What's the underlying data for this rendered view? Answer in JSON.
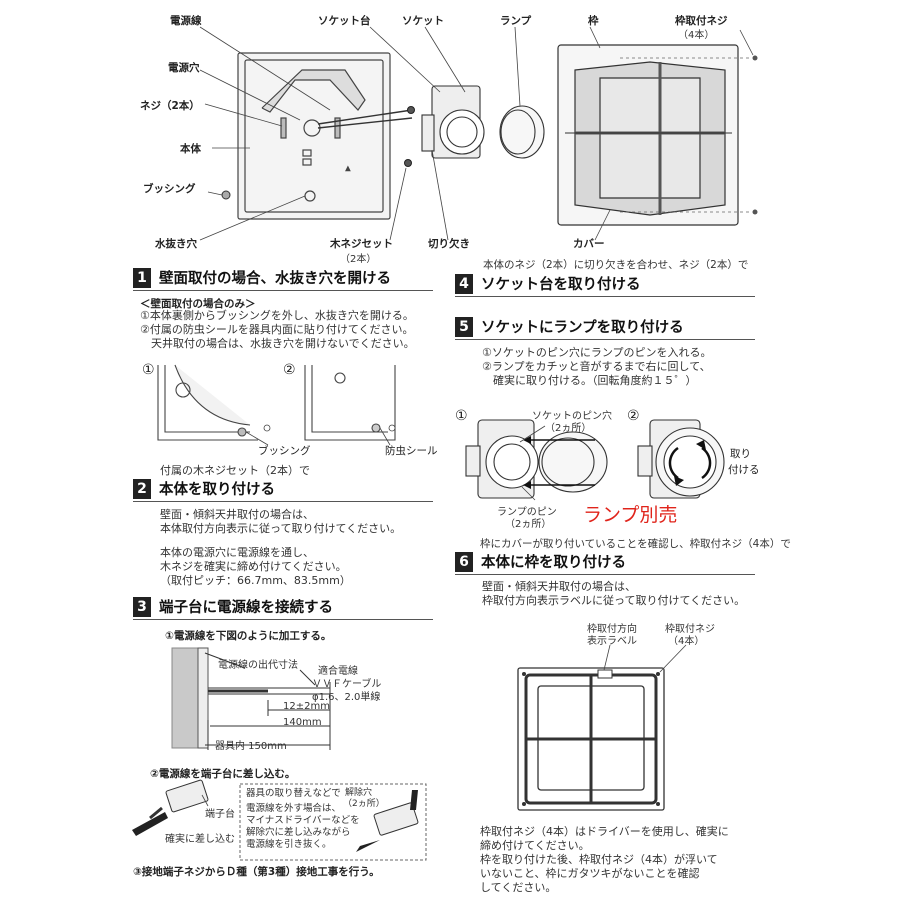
{
  "top_diagram": {
    "labels": {
      "power_wire": "電源線",
      "socket_base": "ソケット台",
      "socket": "ソケット",
      "lamp": "ランプ",
      "frame": "枠",
      "frame_screw": "枠取付ネジ",
      "frame_screw_count": "（4本）",
      "power_hole": "電源穴",
      "screw": "ネジ（2本）",
      "body": "本体",
      "bushing": "ブッシング",
      "drain_hole": "水抜き穴",
      "wood_screw_set": "木ネジセット",
      "wood_screw_count": "（2本）",
      "notch": "切り欠き",
      "cover": "カバー"
    }
  },
  "step1": {
    "num": "1",
    "title": "壁面取付の場合、水抜き穴を開ける",
    "subhead": "＜壁面取付の場合のみ＞",
    "lines": [
      "①本体裏側からブッシングを外し、水抜き穴を開ける。",
      "②付属の防虫シールを器具内面に貼り付けてください。",
      "　天井取付の場合は、水抜き穴を開けないでください。"
    ],
    "fig1": "①",
    "fig2": "②",
    "bushing_label": "ブッシング",
    "seal_label": "防虫シール"
  },
  "step2": {
    "num": "2",
    "pre": "付属の木ネジセット（2本）で",
    "title": "本体を取り付ける",
    "lines": [
      "壁面・傾斜天井取付の場合は、",
      "本体取付方向表示に従って取り付けてください。",
      "",
      "本体の電源穴に電源線を通し、",
      "木ネジを確実に締め付けてください。",
      "（取付ピッチ：66.7mm、83.5mm）"
    ]
  },
  "step3": {
    "num": "3",
    "title": "端子台に電源線を接続する",
    "sub1": "①電源線を下図のように加工する。",
    "wire_dim_label": "電源線の出代寸法",
    "wire_spec1": "適合電線",
    "wire_spec2": "ＶＶＦケーブル",
    "wire_spec3": "φ1.6、2.0単線",
    "dim_strip": "12±2mm",
    "dim_140": "140mm",
    "dim_150": "器具内 150mm",
    "sub2": "②電源線を端子台に差し込む。",
    "terminal_label": "端子台",
    "insert_label": "確実に差し込む",
    "release_hole": "解除穴",
    "release_count": "（2ヵ所）",
    "note_lines": [
      "器具の取り替えなどで",
      "電源線を外す場合は、",
      "マイナスドライバーなどを",
      "解除穴に差し込みながら",
      "電源線を引き抜く。"
    ],
    "sub3": "③接地端子ネジからＤ種（第3種）接地工事を行う。"
  },
  "step4": {
    "num": "4",
    "pre": "本体のネジ（2本）に切り欠きを合わせ、ネジ（2本）で",
    "title": "ソケット台を取り付ける"
  },
  "step5": {
    "num": "5",
    "title": "ソケットにランプを取り付ける",
    "lines": [
      "①ソケットのピン穴にランプのピンを入れる。",
      "②ランプをカチッと音がするまで右に回して、",
      "　確実に取り付ける。（回転角度約１５゜）"
    ],
    "fig1": "①",
    "fig2": "②",
    "pin_hole": "ソケットのピン穴",
    "pin_hole_count": "（2ヵ所）",
    "lamp_pin": "ランプのピン",
    "lamp_pin_count": "（2ヵ所）",
    "attach": "取り",
    "attach2": "付ける",
    "lamp_sold_separately": "ランプ別売"
  },
  "step6": {
    "num": "6",
    "pre": "枠にカバーが取り付いていることを確認し、枠取付ネジ（4本）で",
    "title": "本体に枠を取り付ける",
    "lines": [
      "壁面・傾斜天井取付の場合は、",
      "枠取付方向表示ラベルに従って取り付けてください。"
    ],
    "label_dir1": "枠取付方向",
    "label_dir2": "表示ラベル",
    "label_screw1": "枠取付ネジ",
    "label_screw2": "（4本）",
    "bottom_lines": [
      "枠取付ネジ（4本）はドライバーを使用し、確実に",
      "締め付けてください。",
      "枠を取り付けた後、枠取付ネジ（4本）が浮いて",
      "いないこと、枠にガタツキがないことを確認",
      "してください。"
    ]
  }
}
